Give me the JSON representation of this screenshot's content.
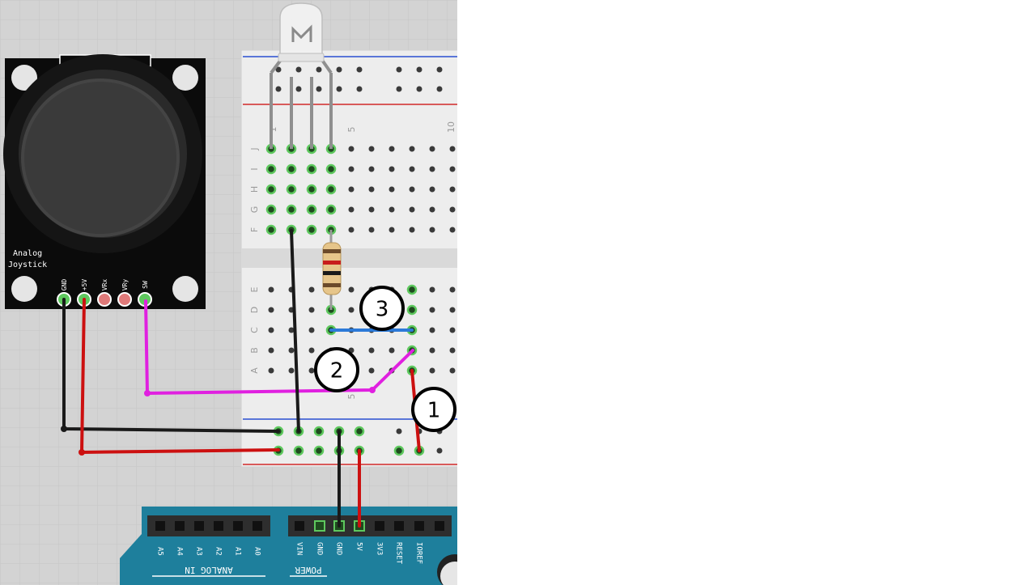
{
  "joystick": {
    "label_line1": "Analog",
    "label_line2": "Joystick",
    "pins": [
      "GND",
      "+5V",
      "VRx",
      "VRy",
      "SW"
    ]
  },
  "breadboard": {
    "row_letters_top": [
      "J",
      "I",
      "H",
      "G",
      "F"
    ],
    "row_letters_bottom": [
      "E",
      "D",
      "C",
      "B",
      "A"
    ],
    "column_numbers": [
      "1",
      "5",
      "10"
    ]
  },
  "callouts": [
    "1",
    "2",
    "3"
  ],
  "arduino": {
    "analog_pins": [
      "A5",
      "A4",
      "A3",
      "A2",
      "A1",
      "A0"
    ],
    "analog_header_label": "ANALOG IN",
    "power_pins": [
      "VIN",
      "GND",
      "GND",
      "5V",
      "3V3",
      "RESET",
      "IOREF"
    ],
    "power_header_label": "POWER"
  },
  "colors": {
    "canvas": "#d3d3d3",
    "grid": "#c4c4c4",
    "breadboard": "#ededed",
    "arduino": "#1e7f9c",
    "wire_black": "#1a1a1a",
    "wire_red": "#cc1010",
    "wire_magenta": "#e020e0",
    "wire_blue": "#2c7ad8",
    "rail_red": "#d22a2a",
    "rail_blue": "#2a4fd2",
    "hole_active": "#5ec85e"
  }
}
